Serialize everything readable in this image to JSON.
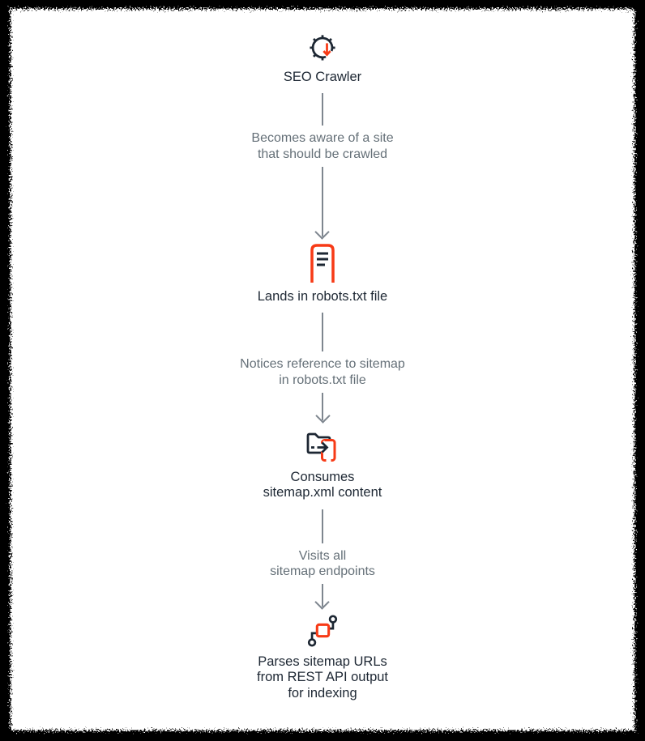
{
  "flow": {
    "nodes": [
      {
        "icon": "crawler-icon",
        "label": "SEO Crawler"
      },
      {
        "icon": "robots-file-icon",
        "label": "Lands in robots.txt file"
      },
      {
        "icon": "folder-transfer-icon",
        "label": "Consumes\nsitemap.xml content"
      },
      {
        "icon": "api-nodes-icon",
        "label": "Parses sitemap URLs\nfrom REST API output\nfor indexing"
      }
    ],
    "connectors": [
      {
        "label": "Becomes aware of a site\nthat should be crawled"
      },
      {
        "label": "Notices reference to sitemap\nin robots.txt file"
      },
      {
        "label": "Visits all\nsitemap endpoints"
      }
    ],
    "colors": {
      "accent": "#f73a16",
      "dark": "#1d2733",
      "muted_text": "#657078",
      "connector_line": "#7e868f",
      "frame": "#000000",
      "background": "#ffffff"
    }
  }
}
